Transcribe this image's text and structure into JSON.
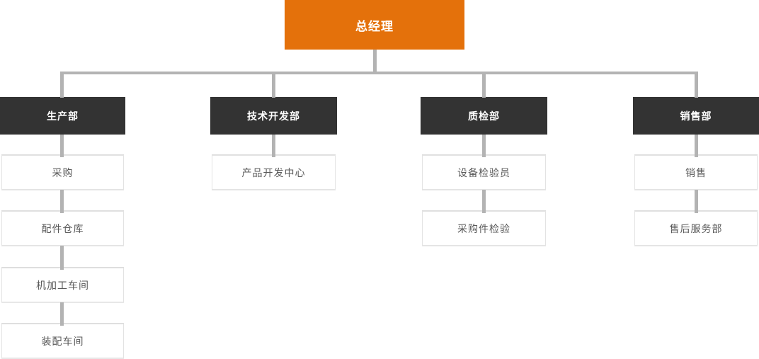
{
  "root": {
    "label": "总经理"
  },
  "columns": [
    {
      "header": "生产部",
      "children": [
        "采购",
        "配件仓库",
        "机加工车间",
        "装配车间"
      ]
    },
    {
      "header": "技术开发部",
      "children": [
        "产品开发中心"
      ]
    },
    {
      "header": "质检部",
      "children": [
        "设备检验员",
        "采购件检验"
      ]
    },
    {
      "header": "销售部",
      "children": [
        "销售",
        "售后服务部"
      ]
    }
  ],
  "colors": {
    "page_bg": "#ffffff",
    "root_bg": "#e4710b",
    "root_text": "#ffffff",
    "dept_bg": "#333333",
    "dept_text": "#ffffff",
    "connector": "#b3b3b3",
    "child_bg": "#ffffff",
    "child_border": "#e3e3e3",
    "child_text": "#595959"
  }
}
